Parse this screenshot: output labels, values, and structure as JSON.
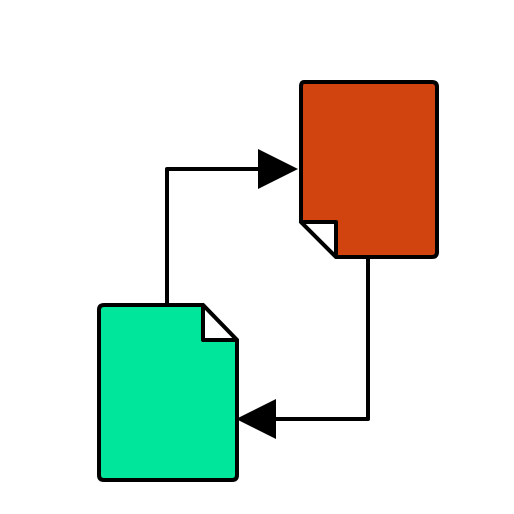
{
  "icon": {
    "name": "sync-documents-icon",
    "colors": {
      "background": "#ffffff",
      "outline": "#000000",
      "source_document_fill": "#00e69a",
      "target_document_fill": "#d14410",
      "fold_fill": "#ffffff"
    },
    "elements": [
      {
        "name": "green-document-icon",
        "role": "source document"
      },
      {
        "name": "orange-document-icon",
        "role": "target document"
      },
      {
        "name": "arrow-up-right-icon",
        "role": "transfer from green to orange"
      },
      {
        "name": "arrow-down-left-icon",
        "role": "transfer from orange to green"
      }
    ]
  }
}
